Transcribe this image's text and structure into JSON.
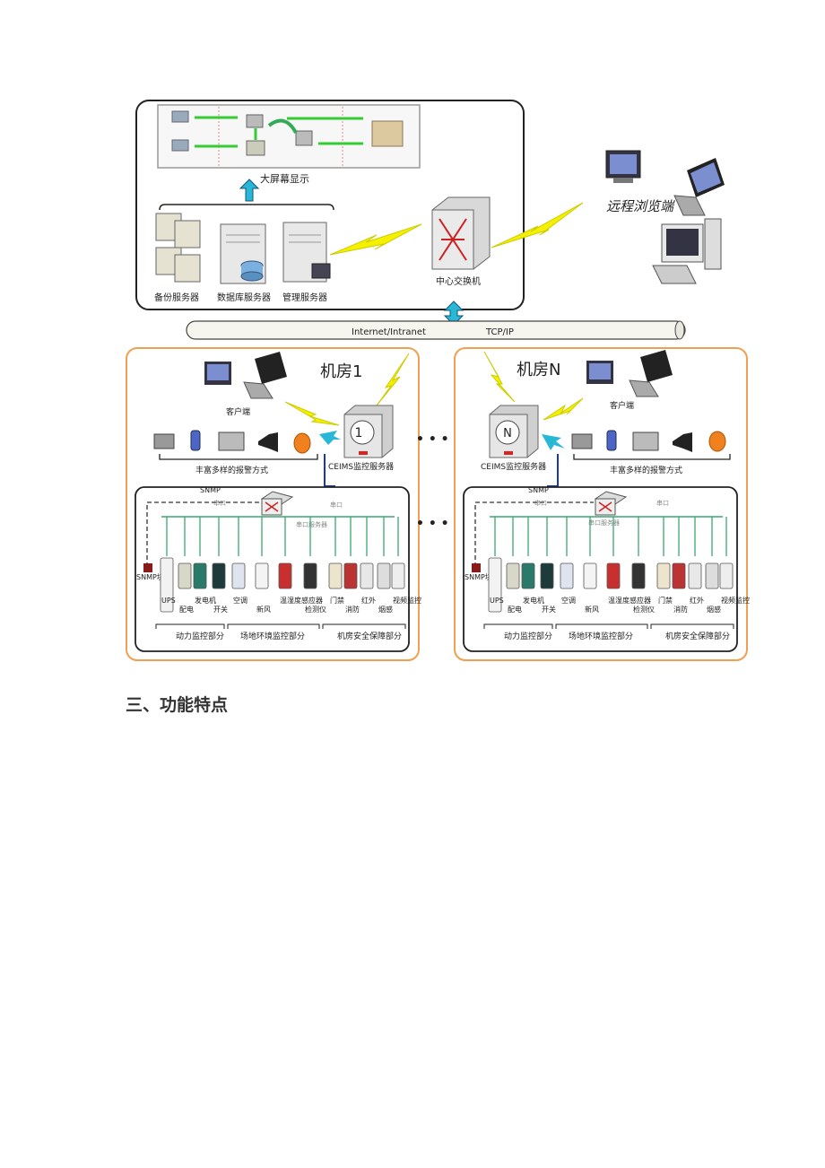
{
  "diagram": {
    "center": {
      "display_label": "大屏幕显示",
      "servers": [
        "备份服务器",
        "数据库服务器",
        "管理服务器"
      ],
      "switch_label": "中心交换机"
    },
    "remote_label": "远程浏览端",
    "network_bus": {
      "left_text": "Internet/Intranet",
      "right_text": "TCP/IP"
    },
    "room1": {
      "title": "机房1",
      "server_mark": "1",
      "client_label": "客户端",
      "alarm_label": "丰富多样的报警方式",
      "server_label": "CEIMS监控服务器",
      "serial_server": "串口服务器",
      "serial_text": "串口",
      "snmp_label": "SNMP",
      "snmp_module": "SNMP块",
      "devices": [
        "UPS",
        "配电",
        "发电机",
        "开关",
        "空调",
        "新风",
        "温湿度感应器",
        "检测仪",
        "门禁",
        "消防",
        "红外",
        "烟感",
        "视频监控"
      ],
      "groups": [
        "动力监控部分",
        "场地环境监控部分",
        "机房安全保障部分"
      ]
    },
    "roomN": {
      "title": "机房N",
      "server_mark": "N",
      "client_label": "客户端",
      "alarm_label": "丰富多样的报警方式",
      "server_label": "CEIMS监控服务器",
      "serial_server": "串口服务器",
      "serial_text": "串口",
      "snmp_label": "SNMP",
      "snmp_module": "SNMP块",
      "devices": [
        "UPS",
        "配电",
        "发电机",
        "开关",
        "空调",
        "新风",
        "温湿度感应器",
        "检测仪",
        "门禁",
        "消防",
        "红外",
        "烟感",
        "视频监控"
      ],
      "groups": [
        "动力监控部分",
        "场地环境监控部分",
        "机房安全保障部分"
      ]
    },
    "ellipsis": "• • •",
    "colors": {
      "room_border": "#f0a050",
      "bus_line": "#3aa870",
      "lightning": "#f4f000",
      "arrow": "#29b7d8"
    }
  },
  "section": {
    "heading": "三、功能特点"
  }
}
